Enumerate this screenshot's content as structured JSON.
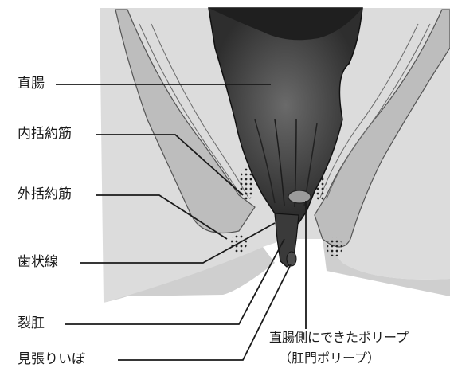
{
  "labels": {
    "rectum": "直腸",
    "internal_sphincter": "内括約筋",
    "external_sphincter": "外括約筋",
    "dentate_line": "歯状線",
    "anal_fissure": "裂肛",
    "sentinel_pile": "見張りいぼ",
    "polyp_line1": "直腸側にできたポリープ",
    "polyp_line2": "（肛門ポリープ）"
  },
  "colors": {
    "background": "#ffffff",
    "tissue_light": "#d8d8d8",
    "tissue_mid": "#b5b5b5",
    "lumen_dark": "#3a3a3a",
    "leader_line": "#1a1a1a"
  }
}
